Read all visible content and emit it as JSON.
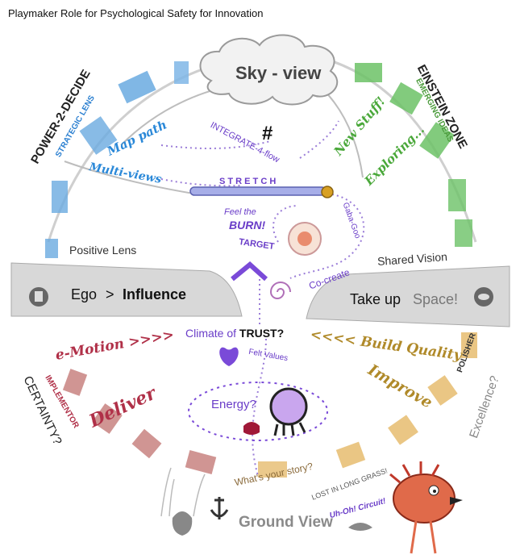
{
  "title": "Playmaker Role  for Psychological Safety for Innovation",
  "sky_view": "Sky - view",
  "left_top": {
    "heading": "POWER-2-DECIDE",
    "sub": "STRATEGIC LENS",
    "map_path": "Map path",
    "multi_views": "Multi-views",
    "positive_lens": "Positive Lens"
  },
  "right_top": {
    "heading": "EINSTEIN ZONE",
    "sub": "EMERGING IDEAS",
    "new_stuff": "New Stuff!",
    "exploring": "Exploring...",
    "shared_vision": "Shared Vision"
  },
  "center": {
    "integrate": "INTEGRATE-4-flow",
    "hash": "#",
    "stretch": "S T R E T C H",
    "feel_the": "Feel the",
    "burn": "BURN!",
    "target": "TARGET",
    "gaba_goo": "Gaba-Goo",
    "co_create": "Co-create",
    "climate_of": "Climate of ",
    "trust": "TRUST?",
    "felt_values": "Felt Values",
    "energy": "Energy?"
  },
  "bars": {
    "ego": "Ego",
    "gt": ">",
    "influence": "Influence",
    "take_up": "Take up",
    "space": "Space!"
  },
  "left_bottom": {
    "emotion": "e-Motion >>>>",
    "deliver": "Deliver",
    "implementor": "IMPLEMENTOR",
    "certainty": "CERTAINTY?"
  },
  "right_bottom": {
    "build_quality": "<<<< Build Quality",
    "improve": "Improve",
    "polisher": "POLISHER",
    "excellence": "Excellence?"
  },
  "bottom": {
    "whats_your_story": "What's your story?",
    "lost_in_long_grass": "LOST IN LONG GRASS!",
    "uh_oh": "Uh-Oh! Circuit!",
    "ground_view": "Ground View"
  }
}
